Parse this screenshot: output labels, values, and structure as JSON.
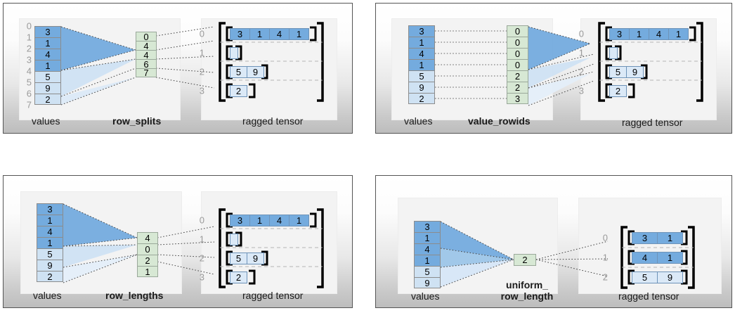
{
  "colors": {
    "dark_blue": "#74abde",
    "light_blue": "#cfe2f3",
    "green": "#d7e8d4",
    "panel_border": "#555555",
    "tick_gray": "#9a9a9a",
    "dash_gray": "#4d4d4d"
  },
  "labels": {
    "values": "values",
    "ragged_tensor": "ragged tensor"
  },
  "panels": [
    {
      "id": "row-splits",
      "encoding_label": "row_splits",
      "values": [
        3,
        1,
        4,
        1,
        5,
        9,
        2
      ],
      "value_shades": [
        "dark",
        "dark",
        "dark",
        "dark",
        "light",
        "light",
        "light"
      ],
      "value_index_ticks": [
        "0",
        "1",
        "2",
        "3",
        "4",
        "5",
        "6",
        "7"
      ],
      "encoding_values": [
        0,
        4,
        4,
        6,
        7
      ],
      "tensor_row_indices": [
        "0",
        "1",
        "2",
        "3"
      ],
      "tensor_rows": [
        {
          "cells": [
            3,
            1,
            4,
            1
          ],
          "shade": "dark"
        },
        {
          "cells": [],
          "shade": "light"
        },
        {
          "cells": [
            5,
            9
          ],
          "shade": "light"
        },
        {
          "cells": [
            2
          ],
          "shade": "light"
        }
      ]
    },
    {
      "id": "value-rowids",
      "encoding_label": "value_rowids",
      "values": [
        3,
        1,
        4,
        1,
        5,
        9,
        2
      ],
      "value_shades": [
        "dark",
        "dark",
        "dark",
        "dark",
        "light",
        "light",
        "light"
      ],
      "value_index_ticks": [],
      "encoding_values": [
        0,
        0,
        0,
        0,
        2,
        2,
        3
      ],
      "tensor_row_indices": [
        "0",
        "1",
        "2",
        "3"
      ],
      "tensor_rows": [
        {
          "cells": [
            3,
            1,
            4,
            1
          ],
          "shade": "dark"
        },
        {
          "cells": [],
          "shade": "light"
        },
        {
          "cells": [
            5,
            9
          ],
          "shade": "light"
        },
        {
          "cells": [
            2
          ],
          "shade": "light"
        }
      ]
    },
    {
      "id": "row-lengths",
      "encoding_label": "row_lengths",
      "values": [
        3,
        1,
        4,
        1,
        5,
        9,
        2
      ],
      "value_shades": [
        "dark",
        "dark",
        "dark",
        "dark",
        "light",
        "light",
        "light"
      ],
      "value_index_ticks": [],
      "encoding_values": [
        4,
        0,
        2,
        1
      ],
      "tensor_row_indices": [
        "0",
        "1",
        "2",
        "3"
      ],
      "tensor_rows": [
        {
          "cells": [
            3,
            1,
            4,
            1
          ],
          "shade": "dark"
        },
        {
          "cells": [],
          "shade": "light"
        },
        {
          "cells": [
            5,
            9
          ],
          "shade": "light"
        },
        {
          "cells": [
            2
          ],
          "shade": "light"
        }
      ]
    },
    {
      "id": "uniform-row-length",
      "encoding_label_line1": "uniform_",
      "encoding_label_line2": "row_length",
      "values": [
        3,
        1,
        4,
        1,
        5,
        9
      ],
      "value_shades": [
        "dark",
        "dark",
        "dark",
        "dark",
        "light",
        "light"
      ],
      "value_index_ticks": [],
      "encoding_values": [
        2
      ],
      "tensor_row_indices": [
        "0",
        "1",
        "2"
      ],
      "tensor_rows": [
        {
          "cells": [
            3,
            1
          ],
          "shade": "dark"
        },
        {
          "cells": [
            4,
            1
          ],
          "shade": "dark"
        },
        {
          "cells": [
            5,
            9
          ],
          "shade": "light"
        }
      ]
    }
  ]
}
